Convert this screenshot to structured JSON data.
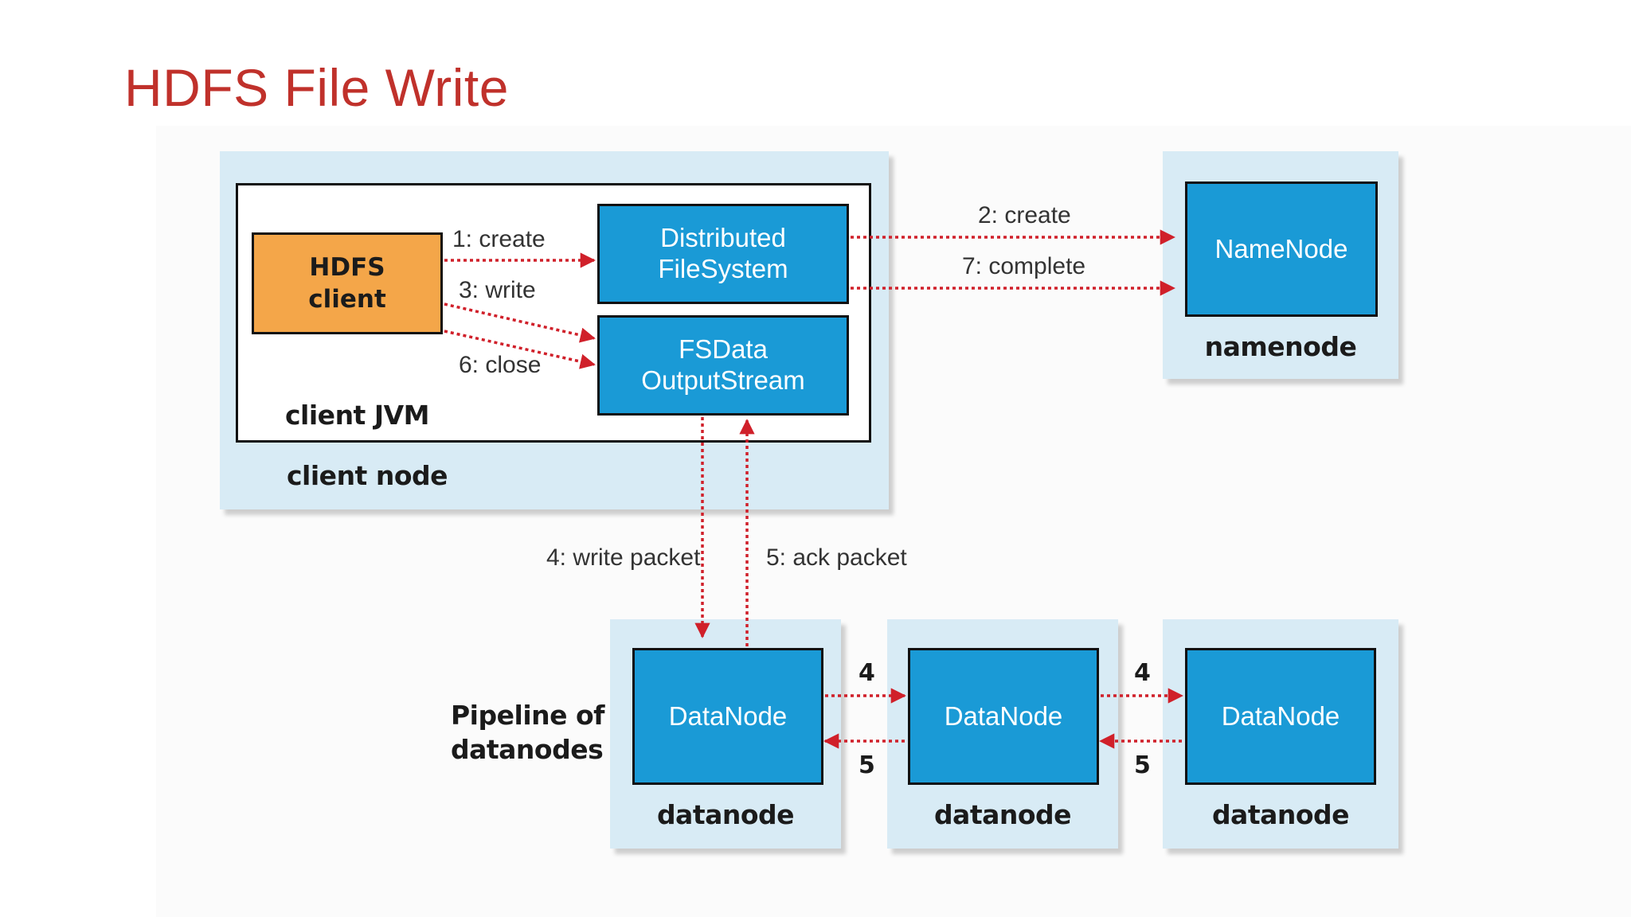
{
  "title": "HDFS File Write",
  "client_node": {
    "label": "client node",
    "jvm_label": "client JVM",
    "hdfs_client": "HDFS\nclient",
    "distributed_filesystem": "Distributed\nFileSystem",
    "fsdata_outputstream": "FSData\nOutputStream"
  },
  "namenode": {
    "box": "NameNode",
    "label": "namenode"
  },
  "pipeline_label": "Pipeline of\ndatanodes",
  "datanodes": [
    {
      "box": "DataNode",
      "label": "datanode"
    },
    {
      "box": "DataNode",
      "label": "datanode"
    },
    {
      "box": "DataNode",
      "label": "datanode"
    }
  ],
  "arrows": {
    "create1": "1: create",
    "write3": "3: write",
    "close6": "6: close",
    "create2": "2: create",
    "complete7": "7: complete",
    "write_packet4": "4: write packet",
    "ack_packet5": "5: ack packet",
    "pipe_forward_1": "4",
    "pipe_back_1": "5",
    "pipe_forward_2": "4",
    "pipe_back_2": "5"
  },
  "colors": {
    "title": "#c0312b",
    "node_bg": "#d8ebf5",
    "blue_box": "#1a9ad6",
    "orange_box": "#f4a649",
    "arrow": "#d0202a"
  }
}
